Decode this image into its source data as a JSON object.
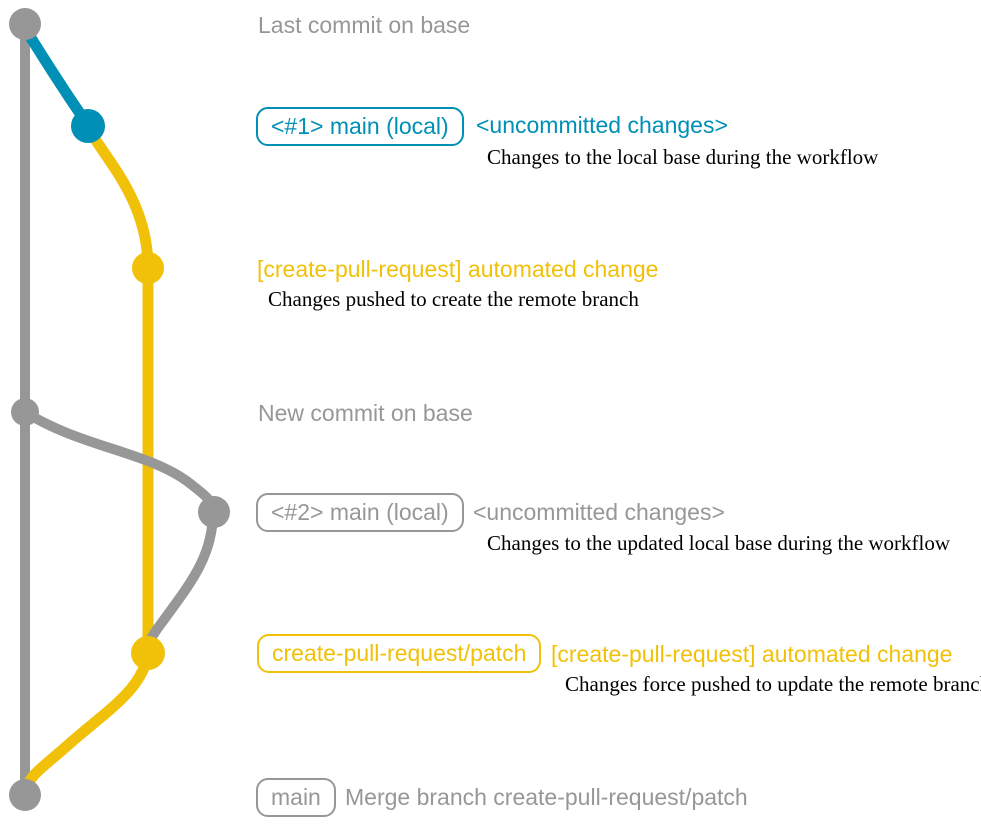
{
  "colors": {
    "base": "#979797",
    "local": "#008fb5",
    "patch": "#f1c109",
    "ink": "#000000",
    "background": "#ffffff"
  },
  "graph": {
    "type": "git-graph",
    "branches": [
      {
        "name": "base",
        "color": "#979797"
      },
      {
        "name": "main (local)",
        "color": "#008fb5"
      },
      {
        "name": "create-pull-request/patch",
        "color": "#f1c109"
      }
    ],
    "commits": [
      {
        "id": "last-base",
        "branch": "base"
      },
      {
        "id": "local-1",
        "branch": "main (local)"
      },
      {
        "id": "patch-1",
        "branch": "create-pull-request/patch"
      },
      {
        "id": "new-base",
        "branch": "base"
      },
      {
        "id": "local-2",
        "branch": "main (local)"
      },
      {
        "id": "patch-2",
        "branch": "create-pull-request/patch"
      },
      {
        "id": "merge",
        "branch": "base"
      }
    ]
  },
  "annotations": {
    "last_commit": "Last commit on base",
    "new_commit": "New commit on base",
    "local1": {
      "badge": "<#1> main (local)",
      "title": "<uncommitted changes>",
      "desc": "Changes to the local base during the workflow"
    },
    "patch1": {
      "title": "[create-pull-request] automated change",
      "desc": "Changes pushed to create the remote branch"
    },
    "local2": {
      "badge": "<#2> main (local)",
      "title": "<uncommitted changes>",
      "desc": "Changes to the updated local base during the workflow"
    },
    "patch2": {
      "badge": "create-pull-request/patch",
      "title": "[create-pull-request] automated change",
      "desc": "Changes force pushed to update the remote branch"
    },
    "merge": {
      "badge": "main",
      "title": "Merge branch create-pull-request/patch"
    }
  }
}
